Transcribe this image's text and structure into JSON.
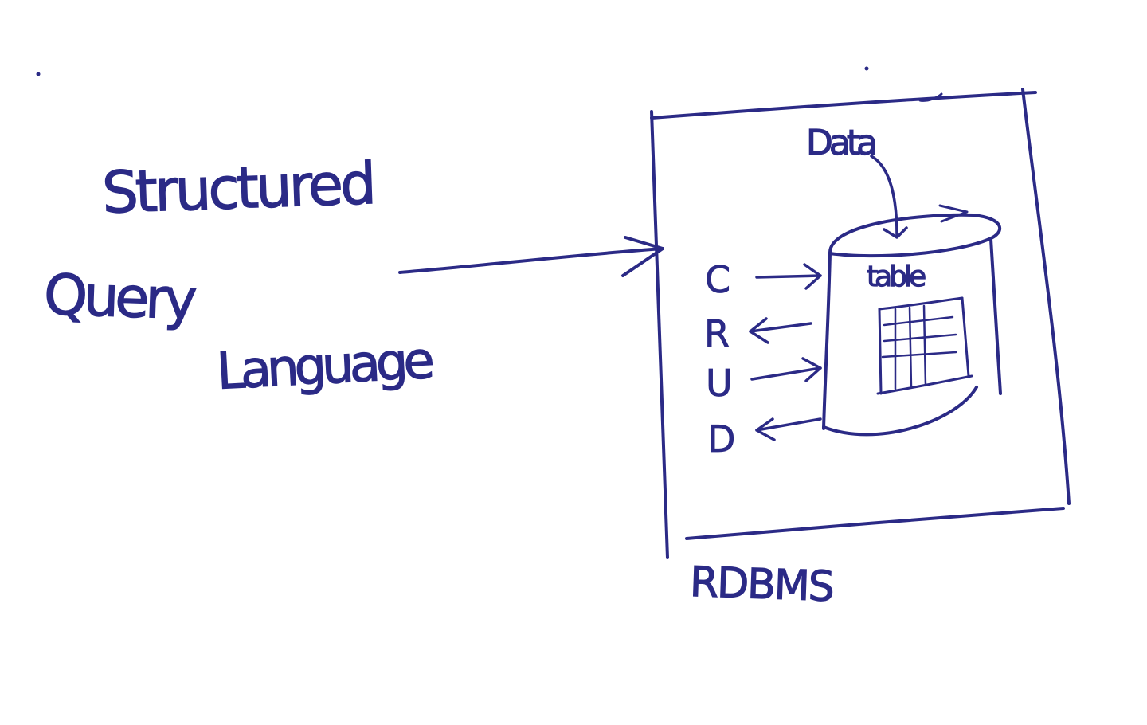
{
  "colors": {
    "ink": "#2b2a86",
    "background": "#ffffff"
  },
  "labels": {
    "structured": "Structured",
    "query": "Query",
    "language": "Language",
    "data": "Data",
    "table": "table",
    "rdbms": "RDBMS"
  },
  "crud": [
    "C",
    "R",
    "U",
    "D"
  ]
}
